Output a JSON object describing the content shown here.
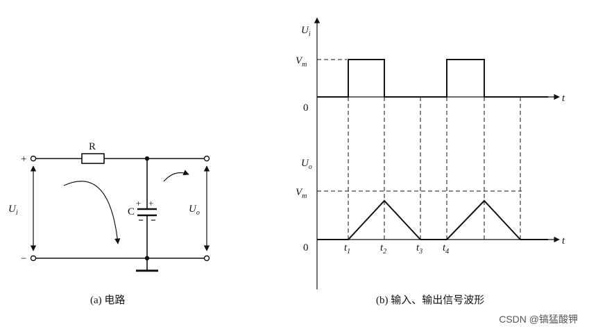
{
  "circuit": {
    "plus": "+",
    "minus": "−",
    "resistor": "R",
    "capacitor": "C",
    "cap_plus_left": "+",
    "cap_plus_right": "+",
    "input_main": "U",
    "input_sub": "i",
    "output_main": "U",
    "output_sub": "o",
    "caption": "(a) 电路"
  },
  "waveforms": {
    "top_axis_main": "U",
    "top_axis_sub": "i",
    "bottom_axis_main": "U",
    "bottom_axis_sub": "o",
    "vm_main": "V",
    "vm_sub": "m",
    "zero": "0",
    "t_axis": "t",
    "ticks": [
      {
        "main": "t",
        "sub": "1"
      },
      {
        "main": "t",
        "sub": "2"
      },
      {
        "main": "t",
        "sub": "3"
      },
      {
        "main": "t",
        "sub": "4"
      }
    ],
    "caption": "(b) 输入、输出信号波形"
  },
  "watermark": "CSDN @镐猛酸钾"
}
